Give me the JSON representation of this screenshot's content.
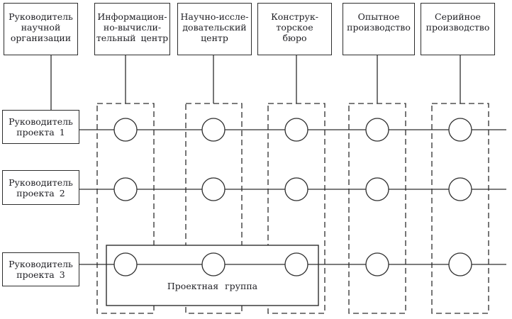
{
  "diagram_type": "matrix-organizational-structure",
  "top_boxes": [
    {
      "label": "Руководитель\nнаучной\nорганизации"
    },
    {
      "label": "Информацион-\nно-вычисли-\nтельный центр"
    },
    {
      "label": "Научно-иссле-\nдовательский\nцентр"
    },
    {
      "label": "Конструк-\nторское\nбюро"
    },
    {
      "label": "Опытное\nпроизводство"
    },
    {
      "label": "Серийное\nпроизводство"
    }
  ],
  "project_rows": [
    {
      "label": "Руководитель\nпроекта 1"
    },
    {
      "label": "Руководитель\nпроекта 2"
    },
    {
      "label": "Руководитель\nпроекта 3"
    }
  ],
  "project_group_label": "Проектная группа",
  "colors": {
    "line": "#2d2d2d",
    "text": "#1d1d22",
    "background": "#ffffff"
  }
}
